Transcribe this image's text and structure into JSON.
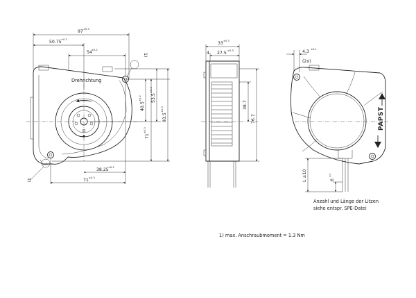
{
  "front_view": {
    "dim_97": "97",
    "tol_97": "±0.3",
    "dim_50_75": "50.75",
    "tol_50_75": "±0.2",
    "dim_54": "54",
    "tol_54": "±0.2",
    "dim_40_5": "40.5",
    "tol_40_5": "±0.2",
    "dim_53_5": "53.5",
    "tol_53_5": "±0.2",
    "dim_93_5": "93.5",
    "tol_93_5": "±0.3",
    "dim_71_v": "71",
    "tol_71_v": "±0.3",
    "dim_38_25": "38.25",
    "tol_38_25": "±0.2",
    "dim_71_h": "71",
    "tol_71_h": "±0.3",
    "callout_top": "1)",
    "callout_bottom": "1)",
    "rotation_label": "Drehrichtung"
  },
  "side_view": {
    "dim_33": "33",
    "tol_33": "±0.3",
    "dim_4": "4",
    "dim_27_5": "27.5",
    "tol_27_5": "±0.3",
    "dim_38_7": "38.7",
    "dim_76_7": "76.7"
  },
  "rear_view": {
    "dim_4_3": "4.3",
    "tol_4_3": "±0.1",
    "count_2x": "(2x)",
    "dim_L": "L ±10",
    "dim_6": "6",
    "tol_6": "±1",
    "brand": "PAPST",
    "note_line1": "Anzahl und Länge der Litzen",
    "note_line2": "siehe entspr. SPE-Datei"
  },
  "footnote": "1) max. Anschraubmoment = 1.3 Nm"
}
